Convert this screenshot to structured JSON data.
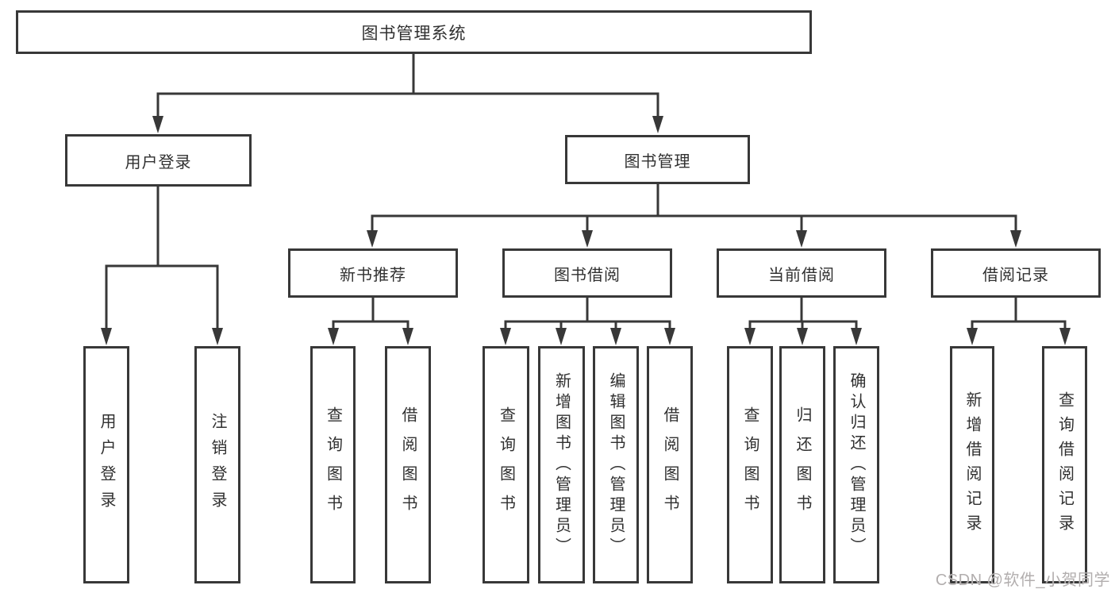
{
  "diagram": {
    "title": "图书管理系统",
    "colors": {
      "line": "#383838",
      "text": "#303030",
      "background": "#ffffff",
      "watermark": "#b2aeae"
    },
    "nodes": {
      "root": {
        "label": "图书管理系统"
      },
      "user_login": {
        "label": "用户登录"
      },
      "book_mgmt": {
        "label": "图书管理"
      },
      "new_book": {
        "label": "新书推荐"
      },
      "book_borrow": {
        "label": "图书借阅"
      },
      "current_borrow": {
        "label": "当前借阅"
      },
      "borrow_record": {
        "label": "借阅记录"
      },
      "leaf_user_login": {
        "label": "用户登录"
      },
      "leaf_logout": {
        "label": "注销登录"
      },
      "nb_query": {
        "label": "查询图书"
      },
      "nb_borrow": {
        "label": "借阅图书"
      },
      "bb_query": {
        "label": "查询图书"
      },
      "bb_add": {
        "label": "新增图书（管理员）"
      },
      "bb_edit": {
        "label": "编辑图书（管理员）"
      },
      "bb_borrow": {
        "label": "借阅图书"
      },
      "cb_query": {
        "label": "查询图书"
      },
      "cb_return": {
        "label": "归还图书"
      },
      "cb_confirm": {
        "label": "确认归还（管理员）"
      },
      "br_add": {
        "label": "新增借阅记录"
      },
      "br_query": {
        "label": "查询借阅记录"
      }
    },
    "watermark": "CSDN @软件_小贺同学"
  }
}
